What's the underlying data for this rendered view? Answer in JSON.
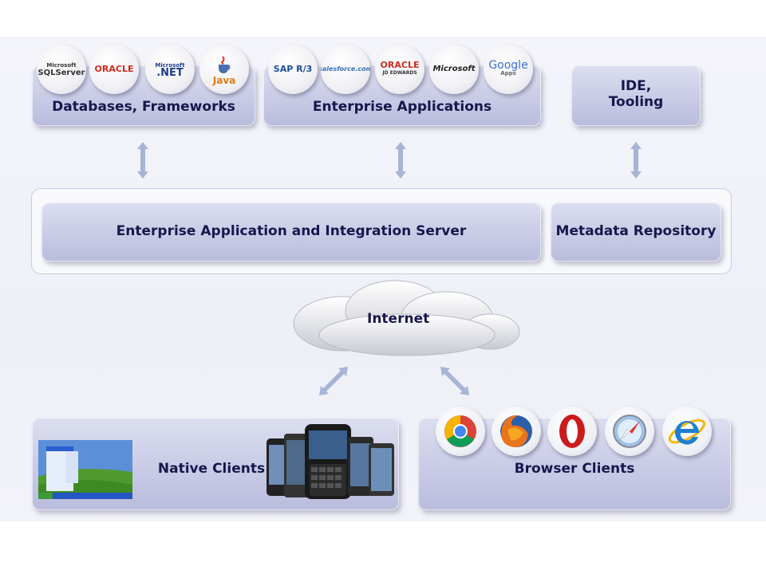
{
  "top_boxes": {
    "databases": {
      "label": "Databases, Frameworks",
      "logos": [
        {
          "name": "sql-server-logo",
          "text": "SQLServer",
          "sub": "Microsoft",
          "color": "#333333"
        },
        {
          "name": "oracle-logo",
          "text": "ORACLE",
          "sub": "",
          "color": "#d12b1f"
        },
        {
          "name": "dotnet-logo",
          "text": ".NET",
          "sub": "Microsoft",
          "color": "#1e3d8f"
        },
        {
          "name": "java-logo",
          "text": "Java",
          "sub": "",
          "color": "#e07a10"
        }
      ]
    },
    "enterprise": {
      "label": "Enterprise Applications",
      "logos": [
        {
          "name": "sap-logo",
          "text": "SAP R/3",
          "sub": "",
          "color": "#1d4f9c"
        },
        {
          "name": "salesforce-logo",
          "text": "salesforce.com",
          "sub": "",
          "color": "#3e6fb7"
        },
        {
          "name": "oracle-jd-edwards-logo",
          "text": "ORACLE",
          "sub": "JD EDWARDS",
          "color": "#d12b1f"
        },
        {
          "name": "microsoft-logo",
          "text": "Microsoft",
          "sub": "",
          "color": "#222222"
        },
        {
          "name": "google-apps-logo",
          "text": "Google",
          "sub": "Apps",
          "color": "#3a6fd8"
        }
      ]
    },
    "ide": {
      "label_line1": "IDE,",
      "label_line2": "Tooling"
    }
  },
  "server": {
    "main_label": "Enterprise Application and Integration Server",
    "repo_label": "Metadata Repository"
  },
  "internet": {
    "label": "Internet"
  },
  "clients": {
    "native_label": "Native Clients",
    "browser_label": "Browser Clients",
    "browsers": [
      "chrome-icon",
      "firefox-icon",
      "opera-icon",
      "safari-icon",
      "ie-icon"
    ]
  },
  "colors": {
    "box_text": "#17174d",
    "arrow": "#a7b4d6"
  }
}
